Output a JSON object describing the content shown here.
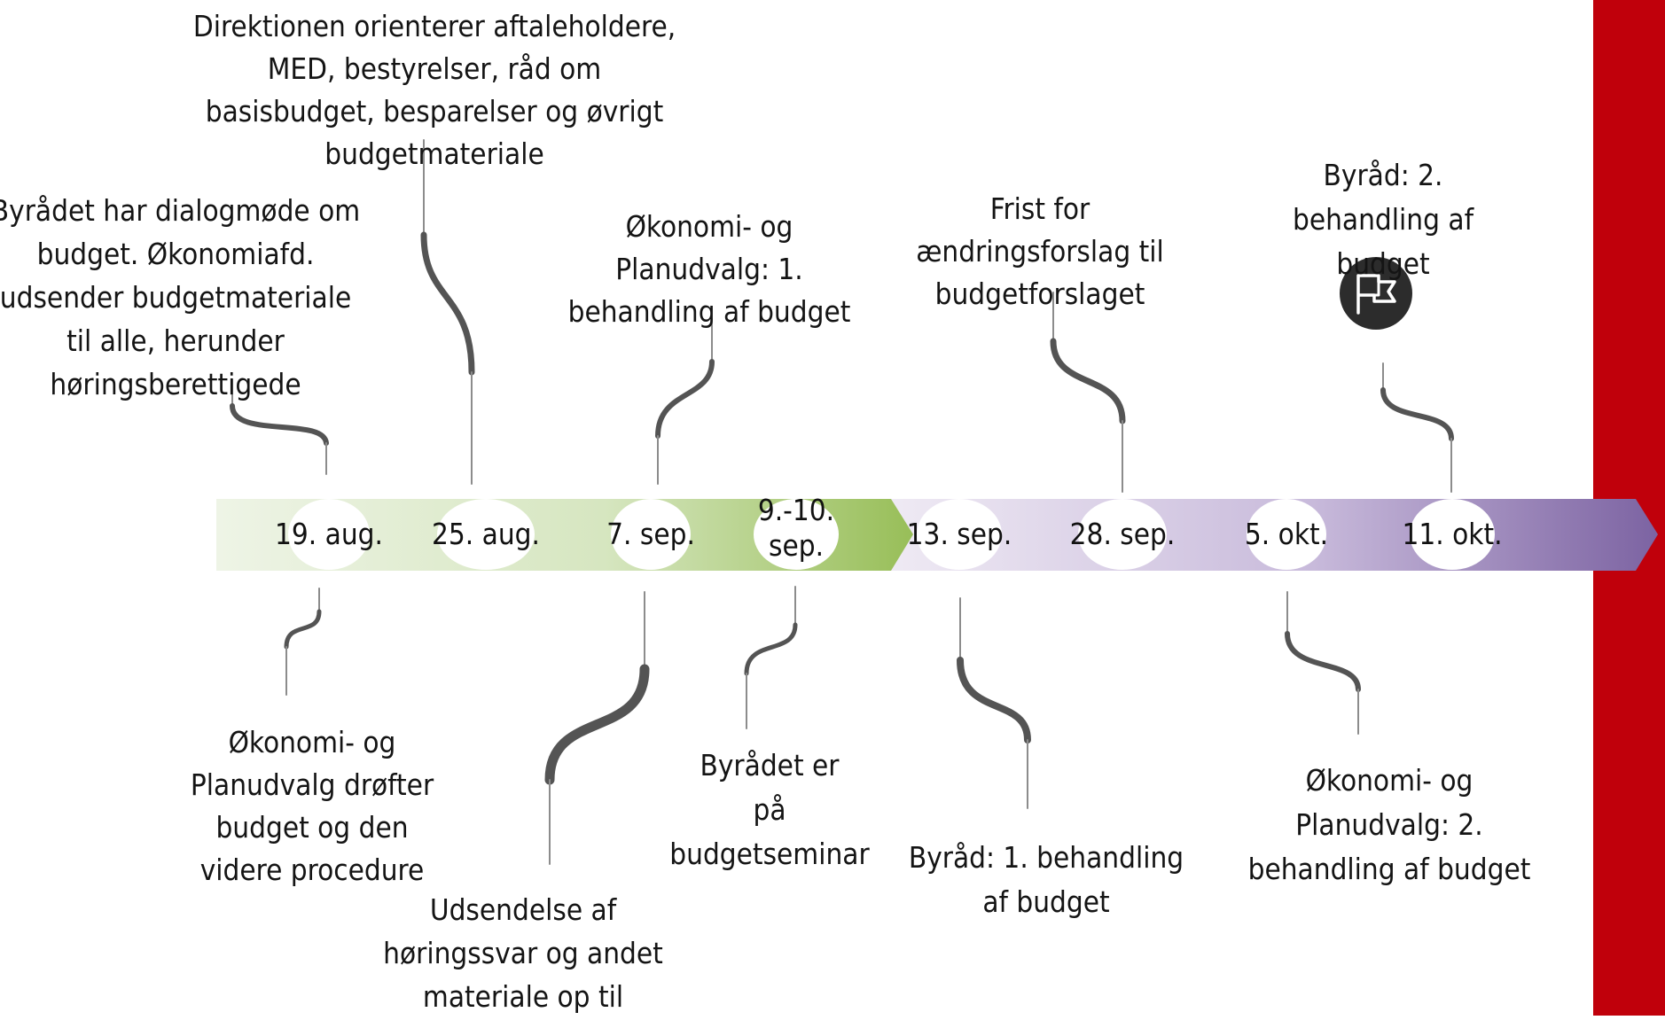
{
  "timeline": {
    "dates": [
      "19. aug.",
      "25. aug.",
      "7. sep.",
      "9.-10. sep.",
      "13. sep.",
      "28. sep.",
      "5. okt.",
      "11. okt."
    ],
    "events": [
      "Byrådet har dialogmøde om budget. Økonomiafd. udsender budgetmateriale til alle, herunder høringsberettigede",
      "Direktionen orienterer aftaleholdere, MED, bestyrelser, råd om basisbudget, besparelser og øvrigt budgetmateriale",
      "Økonomi- og Planudvalg: 1. behandling af budget",
      "Frist for ændringsforslag til budgetforslaget",
      "Byråd: 2. behandling af budget",
      "Økonomi- og Planudvalg drøfter budget og den videre procedure",
      "Udsendelse af høringssvar og andet materiale op til budgetseminar",
      "Byrådet er på budgetseminar",
      "Byråd: 1. behandling af budget",
      "Økonomi- og Planudvalg: 2. behandling af budget"
    ]
  },
  "colors": {
    "green_start": "#eef4e6",
    "green_end": "#96bd55",
    "purple_start": "#efeaf4",
    "purple_end": "#7c63a2",
    "accent_bar": "#c0000b",
    "flag_circle": "#2c2c2c"
  },
  "icons": [
    "flag-icon"
  ]
}
